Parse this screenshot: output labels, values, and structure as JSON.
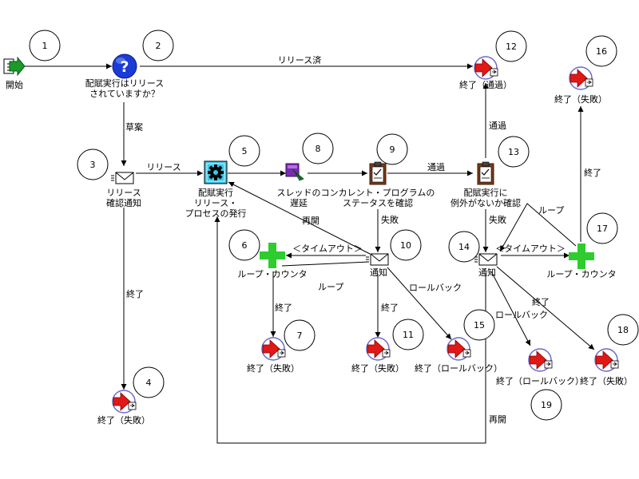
{
  "nodes": {
    "n1": {
      "num": "1",
      "lines": [
        "開始"
      ]
    },
    "n2": {
      "num": "2",
      "lines": [
        "配賦実行はリリース",
        "されていますか？"
      ]
    },
    "n3": {
      "num": "3",
      "lines": [
        "リリース",
        "確認通知"
      ]
    },
    "n4": {
      "num": "4",
      "lines": [
        "終了（失敗）"
      ]
    },
    "n5": {
      "num": "5",
      "lines": [
        "配賦実行",
        "リリース・",
        "プロセスの発行"
      ]
    },
    "n6": {
      "num": "6",
      "lines": [
        "ループ・カウンタ"
      ]
    },
    "n7": {
      "num": "7",
      "lines": [
        "終了（失敗）"
      ]
    },
    "n8": {
      "num": "8",
      "lines": [
        "スレッドの",
        "遅延"
      ]
    },
    "n9": {
      "num": "9",
      "lines": [
        "コンカレント・プログラムの",
        "ステータスを確認"
      ]
    },
    "n10": {
      "num": "10",
      "lines": [
        "通知"
      ]
    },
    "n11": {
      "num": "11",
      "lines": [
        "終了（失敗）"
      ]
    },
    "n12": {
      "num": "12",
      "lines": [
        "終了（通過）"
      ]
    },
    "n13": {
      "num": "13",
      "lines": [
        "配賦実行に",
        "例外がないか確認"
      ]
    },
    "n14": {
      "num": "14",
      "lines": [
        "通知"
      ]
    },
    "n15": {
      "num": "15",
      "lines": [
        "終了（ロールバック）"
      ]
    },
    "n16": {
      "num": "16",
      "lines": [
        "終了（失敗）"
      ]
    },
    "n17": {
      "num": "17",
      "lines": [
        "ループ・カウンタ"
      ]
    },
    "n18": {
      "num": "18",
      "lines": [
        "終了（失敗）"
      ]
    },
    "n19": {
      "num": "19",
      "lines": [
        "終了（ロールバック）"
      ]
    }
  },
  "edge_labels": {
    "released": "リリース済",
    "draft": "草案",
    "release": "リリース",
    "end_3_4": "終了",
    "reopen_10": "再開",
    "pass_9_13": "通過",
    "fail_9_10": "失敗",
    "timeout_10": "＜タイムアウト＞",
    "loop_6": "ループ",
    "end_6_7": "終了",
    "end_10_11": "終了",
    "rollback_10": "ロールバック",
    "pass_13_12": "通過",
    "fail_13_14": "失敗",
    "loop_17": "ループ",
    "timeout_14": "＜タイムアウト＞",
    "end_17_16": "終了",
    "rollback_14": "ロールバック",
    "end_14_18": "終了",
    "reopen_14": "再開"
  },
  "icons": {
    "start": "start-arrow-icon",
    "question": "question-icon",
    "notify": "envelope-icon",
    "function": "gear-icon",
    "wait": "wait-icon",
    "check": "clipboard-icon",
    "loop": "loop-counter-icon",
    "end": "end-icon"
  },
  "colors": {
    "question": "#1a3bd6",
    "function": "#38c8e8",
    "loop": "#2ecc2e",
    "end": "#e01818",
    "start": "#1a9a2a"
  }
}
